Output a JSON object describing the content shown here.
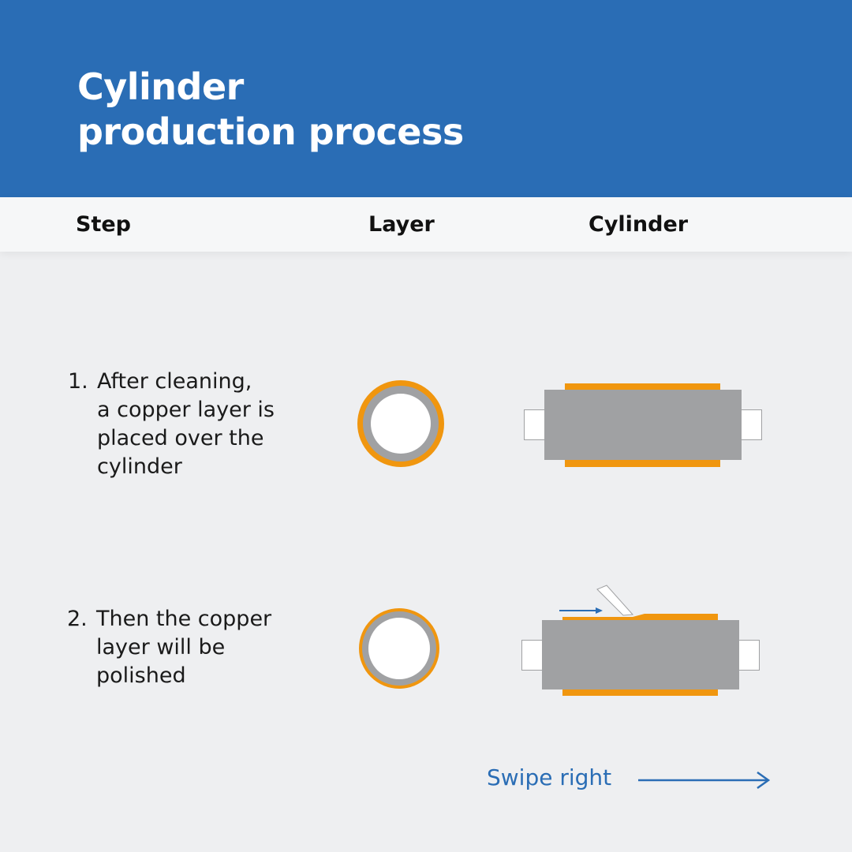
{
  "header": {
    "title_line1": "Cylinder",
    "title_line2": "production process"
  },
  "columns": {
    "step": "Step",
    "layer": "Layer",
    "cylinder": "Cylinder"
  },
  "steps": [
    {
      "number": "1.",
      "lines": [
        "After cleaning,",
        "a copper layer is",
        "placed over the",
        "cylinder"
      ]
    },
    {
      "number": "2.",
      "lines": [
        "Then the copper",
        "layer will be",
        "polished"
      ]
    }
  ],
  "footer": {
    "swipe_label": "Swipe right",
    "arrow_icon": "arrow-right-icon"
  },
  "colors": {
    "header_blue": "#2a6db5",
    "copper": "#f0960f",
    "cylinder_gray": "#a0a1a3",
    "background": "#eeeff1"
  }
}
